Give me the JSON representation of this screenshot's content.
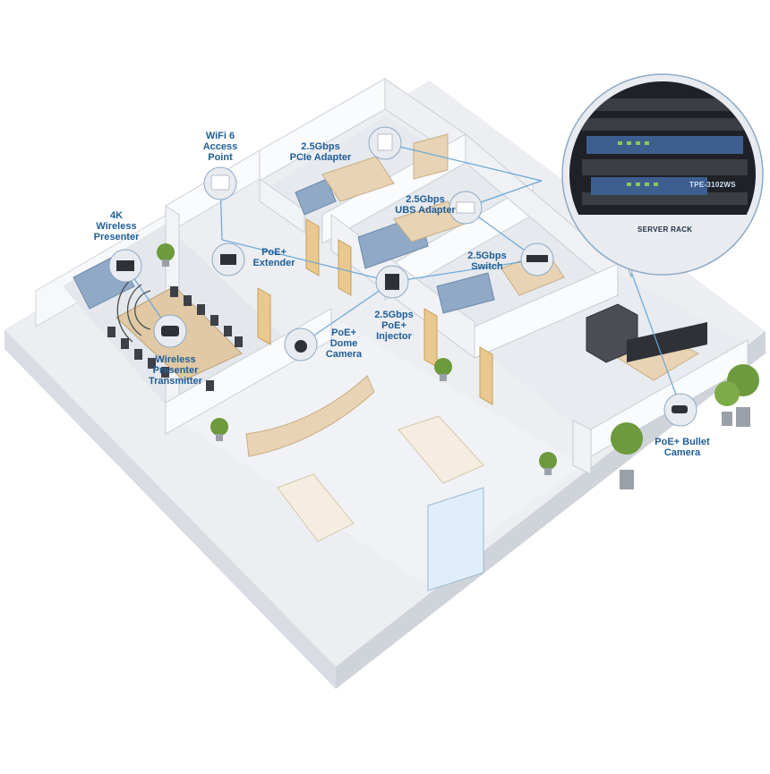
{
  "labels": {
    "wifi6": [
      "WiFi 6",
      "Access",
      "Point"
    ],
    "pcie": [
      "2.5Gbps",
      "PCIe Adapter"
    ],
    "ubs": [
      "2.5Gbps",
      "UBS Adapter"
    ],
    "switch": [
      "2.5Gbps",
      "Switch"
    ],
    "presenter4k": [
      "4K",
      "Wireless",
      "Presenter"
    ],
    "extender": [
      "PoE+",
      "Extender"
    ],
    "injector": [
      "2.5Gbps",
      "PoE+",
      "Injector"
    ],
    "dome": [
      "PoE+",
      "Dome",
      "Camera"
    ],
    "transmitter": [
      "Wireless",
      "Presenter",
      "Transmitter"
    ],
    "bullet": [
      "PoE+ Bullet",
      "Camera"
    ]
  },
  "rack": {
    "model": "TPE-3102WS",
    "title": "SERVER RACK"
  },
  "colors": {
    "accent": "#1f5e96",
    "line": "#6aa8d8",
    "floor": "#eef0f3",
    "wall": "#f6f7f9",
    "sofa": "#8fa9c6",
    "desk": "#e8d4b4",
    "door": "#e9c98f"
  }
}
